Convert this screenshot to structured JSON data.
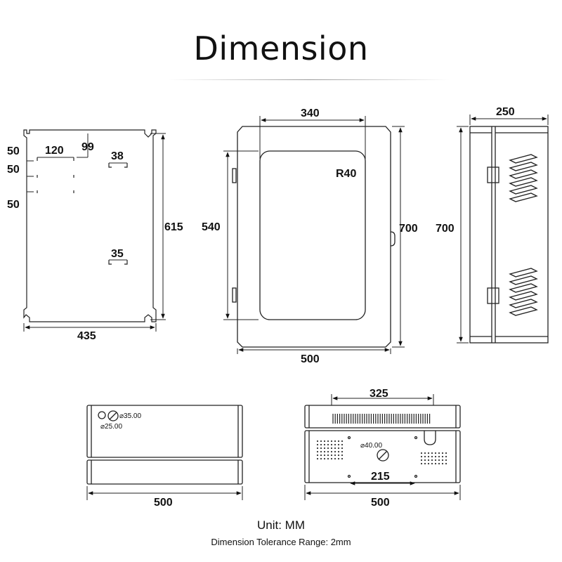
{
  "title": "Dimension",
  "back_plate": {
    "width": "435",
    "height": "615",
    "spacing_a": "50",
    "spacing_b": "50",
    "spacing_c": "50",
    "spacing_d": "120",
    "spacing_e": "99",
    "spacing_f": "38",
    "spacing_g": "35"
  },
  "front_view": {
    "window_width": "340",
    "corner_radius": "R40",
    "window_height": "540",
    "height": "700",
    "width": "500"
  },
  "side_view": {
    "depth": "250",
    "height": "700"
  },
  "top_view": {
    "hole_large": "⌀35.00",
    "hole_small": "⌀25.00",
    "width": "500"
  },
  "bottom_view": {
    "vent_width": "325",
    "hole": "⌀40.00",
    "hole_spacing": "215",
    "width": "500"
  },
  "unit_label": "Unit: MM",
  "tolerance_label": "Dimension Tolerance Range: 2mm"
}
